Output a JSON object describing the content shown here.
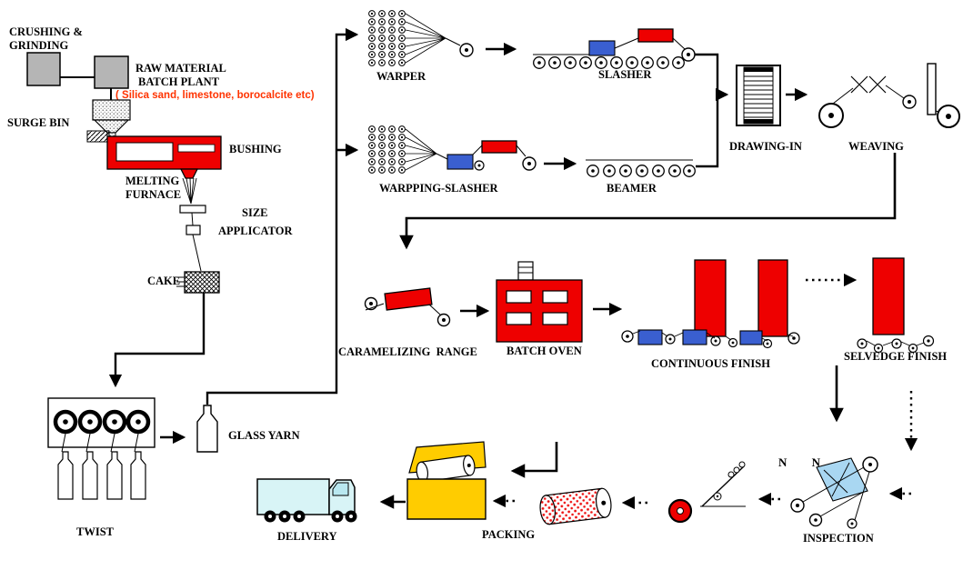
{
  "colors": {
    "machine_red": "#ee0000",
    "tank_blue": "#3a5fd0",
    "inspection_panel_blue": "#a9d7f2",
    "box_gray": "#b5b5b5",
    "carton_yellow": "#ffcc00",
    "truck_cyan": "#d8f4f6",
    "note_red": "#ff3300"
  },
  "labels": {
    "crushing_grinding_1": "CRUSHING &",
    "crushing_grinding_2": "GRINDING",
    "raw_material_1": "RAW MATERIAL",
    "raw_material_2": "BATCH PLANT",
    "material_note": "( Silica sand, limestone, borocalcite etc)",
    "surge_bin": "SURGE BIN",
    "melting_furnace_1": "MELTING",
    "melting_furnace_2": "FURNACE",
    "bushing": "BUSHING",
    "size_applicator_1": "SIZE",
    "size_applicator_2": "APPLICATOR",
    "cake": "CAKE",
    "warper": "WARPER",
    "slasher": "SLASHER",
    "warpping_slasher": "WARPPING-SLASHER",
    "beamer": "BEAMER",
    "drawing_in": "DRAWING-IN",
    "weaving": "WEAVING",
    "caramelizing_range": "CARAMELIZING  RANGE",
    "batch_oven": "BATCH OVEN",
    "continuous_finish": "CONTINUOUS FINISH",
    "selvedge_finish": "SELVEDGE FINISH",
    "glass_yarn": "GLASS YARN",
    "twist": "TWIST",
    "delivery": "DELIVERY",
    "packing": "PACKING",
    "inspection": "INSPECTION",
    "inspection_marks": "N N"
  },
  "flow": [
    [
      "CRUSHING & GRINDING",
      "RAW MATERIAL BATCH PLANT"
    ],
    [
      "RAW MATERIAL BATCH PLANT",
      "SURGE BIN"
    ],
    [
      "SURGE BIN",
      "MELTING FURNACE"
    ],
    [
      "MELTING FURNACE",
      "BUSHING"
    ],
    [
      "BUSHING",
      "SIZE APPLICATOR"
    ],
    [
      "SIZE APPLICATOR",
      "CAKE"
    ],
    [
      "CAKE",
      "TWIST"
    ],
    [
      "TWIST",
      "GLASS YARN"
    ],
    [
      "GLASS YARN",
      "WARPER"
    ],
    [
      "GLASS YARN",
      "WARPPING-SLASHER"
    ],
    [
      "WARPER",
      "SLASHER"
    ],
    [
      "SLASHER",
      "DRAWING-IN"
    ],
    [
      "WARPPING-SLASHER",
      "BEAMER"
    ],
    [
      "BEAMER",
      "DRAWING-IN"
    ],
    [
      "DRAWING-IN",
      "WEAVING"
    ],
    [
      "WEAVING",
      "CARAMELIZING RANGE"
    ],
    [
      "CARAMELIZING RANGE",
      "BATCH OVEN"
    ],
    [
      "BATCH OVEN",
      "CONTINUOUS FINISH"
    ],
    [
      "CONTINUOUS FINISH",
      "SELVEDGE FINISH"
    ],
    [
      "CONTINUOUS FINISH",
      "INSPECTION"
    ],
    [
      "SELVEDGE FINISH",
      "INSPECTION"
    ],
    [
      "INSPECTION",
      "PACKING"
    ],
    [
      "PACKING",
      "DELIVERY"
    ]
  ]
}
